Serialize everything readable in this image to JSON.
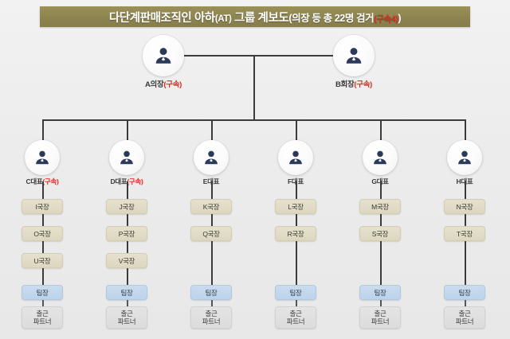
{
  "title": {
    "main": "다단계판매조직인 아하",
    "abbrev": "(AT)",
    "group": " 그룹 계보도",
    "tail": "(의장 등 총 22명 검거",
    "arrest_count": "(구속4)",
    "tail_close": ")",
    "full_text": "다단계판매조직인 아하(AT) 그룹 계보도(의장 등 총 22명 검거(구속4))",
    "bg_color": "#8d8450",
    "text_color": "#ffffff",
    "accent_color": "#e8251f"
  },
  "top_level": [
    {
      "id": "A",
      "label_base": "A의장",
      "label_tag": "(구속)",
      "arrested": true
    },
    {
      "id": "B",
      "label_base": "B회장",
      "label_tag": "(구속)",
      "arrested": true
    }
  ],
  "second_level": [
    {
      "id": "C",
      "label_base": "C대표",
      "label_tag": "(구속)",
      "arrested": true
    },
    {
      "id": "D",
      "label_base": "D대표",
      "label_tag": "(구속)",
      "arrested": true
    },
    {
      "id": "E",
      "label_base": "E대표",
      "label_tag": "",
      "arrested": false
    },
    {
      "id": "F",
      "label_base": "F대표",
      "label_tag": "",
      "arrested": false
    },
    {
      "id": "G",
      "label_base": "G대표",
      "label_tag": "",
      "arrested": false
    },
    {
      "id": "H",
      "label_base": "H대표",
      "label_tag": "",
      "arrested": false
    }
  ],
  "columns": [
    {
      "director_label": "C대표",
      "bureau_chiefs": [
        "I국장",
        "O국장",
        "U국장"
      ],
      "team_leader": "팀장",
      "partner_line1": "출근",
      "partner_line2": "파트너"
    },
    {
      "director_label": "D대표",
      "bureau_chiefs": [
        "J국장",
        "P국장",
        "V국장"
      ],
      "team_leader": "팀장",
      "partner_line1": "출근",
      "partner_line2": "파트너"
    },
    {
      "director_label": "E대표",
      "bureau_chiefs": [
        "K국장",
        "Q국장"
      ],
      "team_leader": "팀장",
      "partner_line1": "출근",
      "partner_line2": "파트너"
    },
    {
      "director_label": "F대표",
      "bureau_chiefs": [
        "L국장",
        "R국장"
      ],
      "team_leader": "팀장",
      "partner_line1": "출근",
      "partner_line2": "파트너"
    },
    {
      "director_label": "G대표",
      "bureau_chiefs": [
        "M국장",
        "S국장"
      ],
      "team_leader": "팀장",
      "partner_line1": "출근",
      "partner_line2": "파트너"
    },
    {
      "director_label": "H대표",
      "bureau_chiefs": [
        "N국장",
        "T국장"
      ],
      "team_leader": "팀장",
      "partner_line1": "출근",
      "partner_line2": "파트너"
    }
  ],
  "colors": {
    "background": "#ececec",
    "line": "#3b3b3b",
    "box_beige": "#ddd7c0",
    "box_blue": "#bcd3ea",
    "box_gray": "#dcdcdc",
    "avatar_body": "#2c3a5a"
  }
}
